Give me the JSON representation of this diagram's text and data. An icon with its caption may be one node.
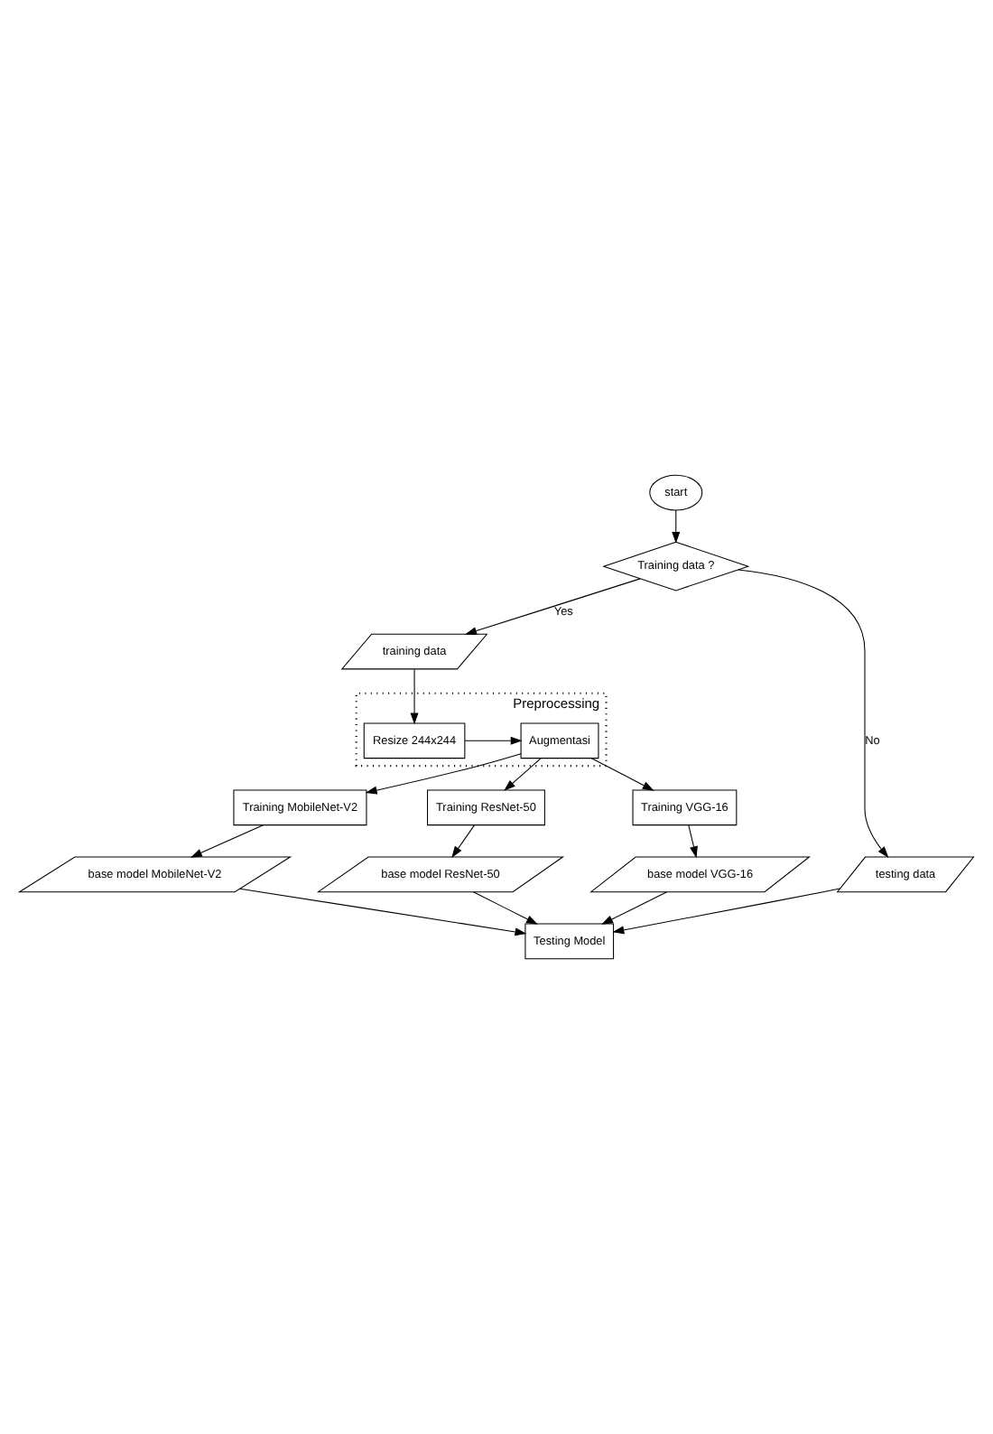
{
  "diagram": {
    "nodes": [
      {
        "text": [
          "start"
        ]
      },
      {
        "text": [
          "Training data ?"
        ]
      },
      {
        "text": [
          "training data"
        ]
      },
      {
        "text": [
          "testing data"
        ]
      },
      {
        "text": [
          "Preprocessing"
        ]
      },
      {
        "text": [
          "Resize 244x244"
        ],
        "in": 4
      },
      {
        "text": [
          "Augmentasi"
        ],
        "in": 4
      },
      {
        "text": [
          "Training MobileNet-V2"
        ]
      },
      {
        "text": [
          "Training ResNet-50"
        ]
      },
      {
        "text": [
          "Training VGG-16"
        ]
      },
      {
        "text": [
          "base model MobileNet-V2"
        ]
      },
      {
        "text": [
          "base model ResNet-50"
        ]
      },
      {
        "text": [
          "base model VGG-16"
        ]
      },
      {
        "text": [
          "Testing Model"
        ]
      }
    ],
    "edges": [
      {
        "from": 0,
        "to": 1,
        "arrow": "to"
      },
      {
        "from": 1,
        "to": 2,
        "arrow": "to",
        "label": "Yes"
      },
      {
        "from": 1,
        "to": 3,
        "arrow": "to",
        "label": "No"
      },
      {
        "from": 2,
        "to": 5,
        "arrow": "to"
      },
      {
        "from": 5,
        "to": 6,
        "arrow": "to"
      },
      {
        "from": 6,
        "to": 7,
        "arrow": "to"
      },
      {
        "from": 6,
        "to": 8,
        "arrow": "to"
      },
      {
        "from": 6,
        "to": 9,
        "arrow": "to"
      },
      {
        "from": 7,
        "to": 10,
        "arrow": "to"
      },
      {
        "from": 8,
        "to": 11,
        "arrow": "to"
      },
      {
        "from": 9,
        "to": 12,
        "arrow": "to"
      },
      {
        "from": 10,
        "to": 13,
        "arrow": "to"
      },
      {
        "from": 11,
        "to": 13,
        "arrow": "to"
      },
      {
        "from": 12,
        "to": 13,
        "arrow": "to"
      },
      {
        "from": 3,
        "to": 13,
        "arrow": "to"
      }
    ]
  }
}
